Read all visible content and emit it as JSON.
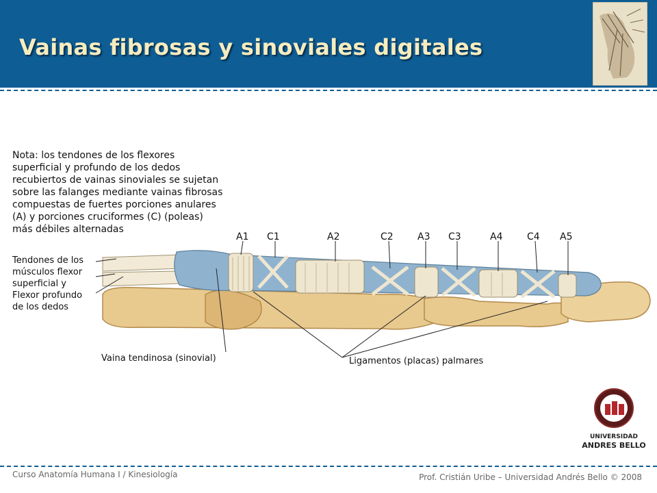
{
  "slide": {
    "title": "Vainas fibrosas y sinoviales digitales"
  },
  "note": {
    "lines": [
      "Nota: los tendones de los flexores",
      "superficial y profundo de los dedos",
      "recubiertos de vainas sinoviales se sujetan",
      "sobre las falanges mediante vainas fibrosas",
      "compuestas de fuertes porciones anulares",
      "(A) y porciones cruciformes (C) (poleas)",
      "más débiles alternadas"
    ]
  },
  "pulleys": [
    "A1",
    "C1",
    "A2",
    "C2",
    "A3",
    "C3",
    "A4",
    "C4",
    "A5"
  ],
  "labels": {
    "tendons": [
      "Tendones de los",
      "músculos  flexor",
      "superficial y",
      "Flexor profundo",
      "de los dedos"
    ],
    "sheath": "Vaina tendinosa (sinovial)",
    "ligaments": "Ligamentos (placas) palmares"
  },
  "logo": {
    "line1": "UNIVERSIDAD",
    "line2": "ANDRES BELLO"
  },
  "footer": {
    "left": "Curso Anatomía Humana I / Kinesiología",
    "right": "Prof. Cristián Uribe – Universidad Andrés Bello  © 2008"
  },
  "colors": {
    "header": "#0e5d95",
    "title": "#f5ecc0",
    "bone": "#e8c98e",
    "sheath": "#8fb3cf"
  }
}
